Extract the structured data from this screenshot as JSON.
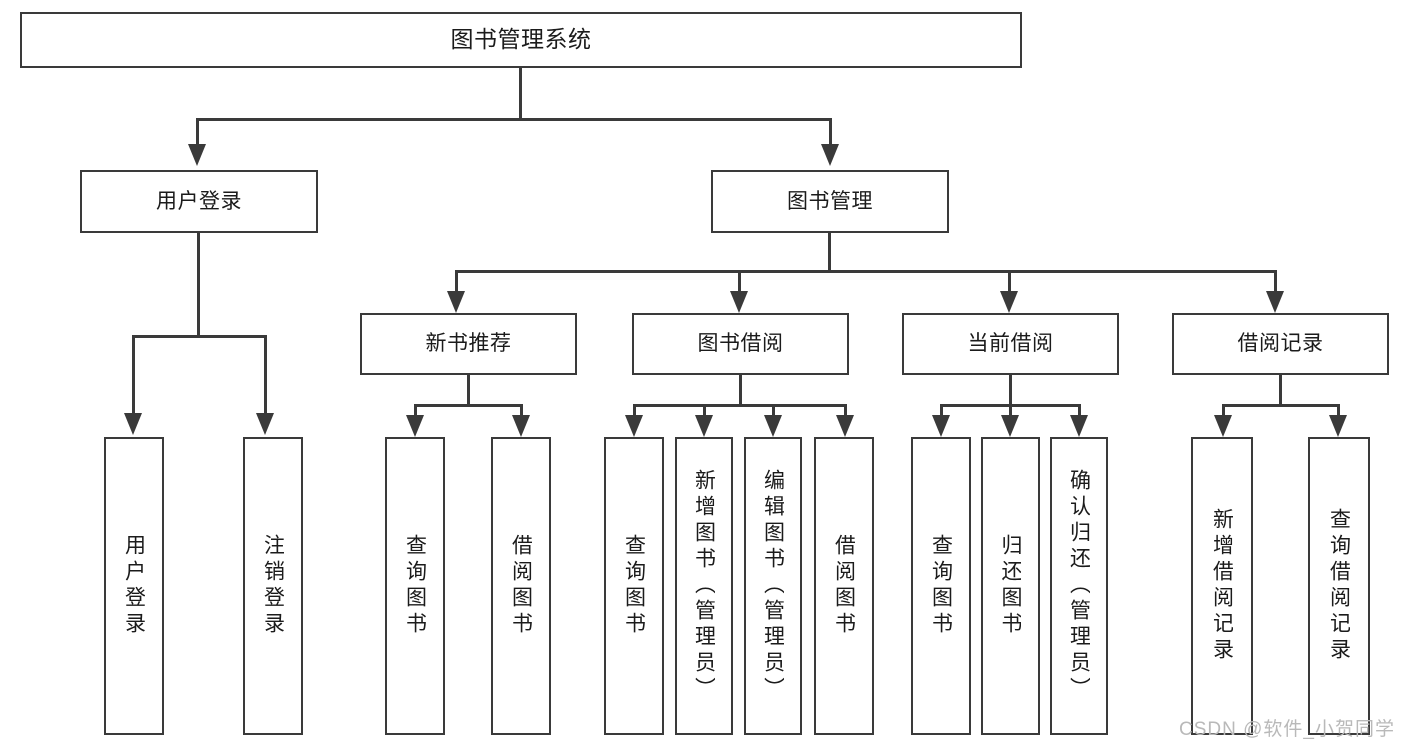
{
  "diagram": {
    "type": "tree-hierarchy",
    "title": "图书管理系统",
    "watermark": "CSDN @软件_小贺同学",
    "nodes": {
      "root": {
        "label": "图书管理系统"
      },
      "level2": [
        {
          "id": "user-login",
          "label": "用户登录"
        },
        {
          "id": "book-manage",
          "label": "图书管理"
        }
      ],
      "level3": [
        {
          "id": "new-book-recommend",
          "label": "新书推荐"
        },
        {
          "id": "book-borrow",
          "label": "图书借阅"
        },
        {
          "id": "current-borrow",
          "label": "当前借阅"
        },
        {
          "id": "borrow-record",
          "label": "借阅记录"
        }
      ],
      "leaves": [
        {
          "id": "leaf-user-login",
          "label": "用户登录",
          "parent": "user-login"
        },
        {
          "id": "leaf-logout-login",
          "label": "注销登录",
          "parent": "user-login"
        },
        {
          "id": "leaf-query-book-1",
          "label": "查询图书",
          "parent": "new-book-recommend"
        },
        {
          "id": "leaf-borrow-book-1",
          "label": "借阅图书",
          "parent": "new-book-recommend"
        },
        {
          "id": "leaf-query-book-2",
          "label": "查询图书",
          "parent": "book-borrow"
        },
        {
          "id": "leaf-add-book",
          "label": "新增图书（管理员）",
          "parent": "book-borrow"
        },
        {
          "id": "leaf-edit-book",
          "label": "编辑图书（管理员）",
          "parent": "book-borrow"
        },
        {
          "id": "leaf-borrow-book-2",
          "label": "借阅图书",
          "parent": "book-borrow"
        },
        {
          "id": "leaf-query-book-3",
          "label": "查询图书",
          "parent": "current-borrow"
        },
        {
          "id": "leaf-return-book",
          "label": "归还图书",
          "parent": "current-borrow"
        },
        {
          "id": "leaf-confirm-return",
          "label": "确认归还（管理员）",
          "parent": "current-borrow"
        },
        {
          "id": "leaf-add-record",
          "label": "新增借阅记录",
          "parent": "borrow-record"
        },
        {
          "id": "leaf-query-record",
          "label": "查询借阅记录",
          "parent": "borrow-record"
        }
      ]
    },
    "colors": {
      "stroke": "#3a3a3a",
      "fill": "#ffffff",
      "text": "#1b1b1b",
      "watermark": "#b9b9b9"
    }
  }
}
